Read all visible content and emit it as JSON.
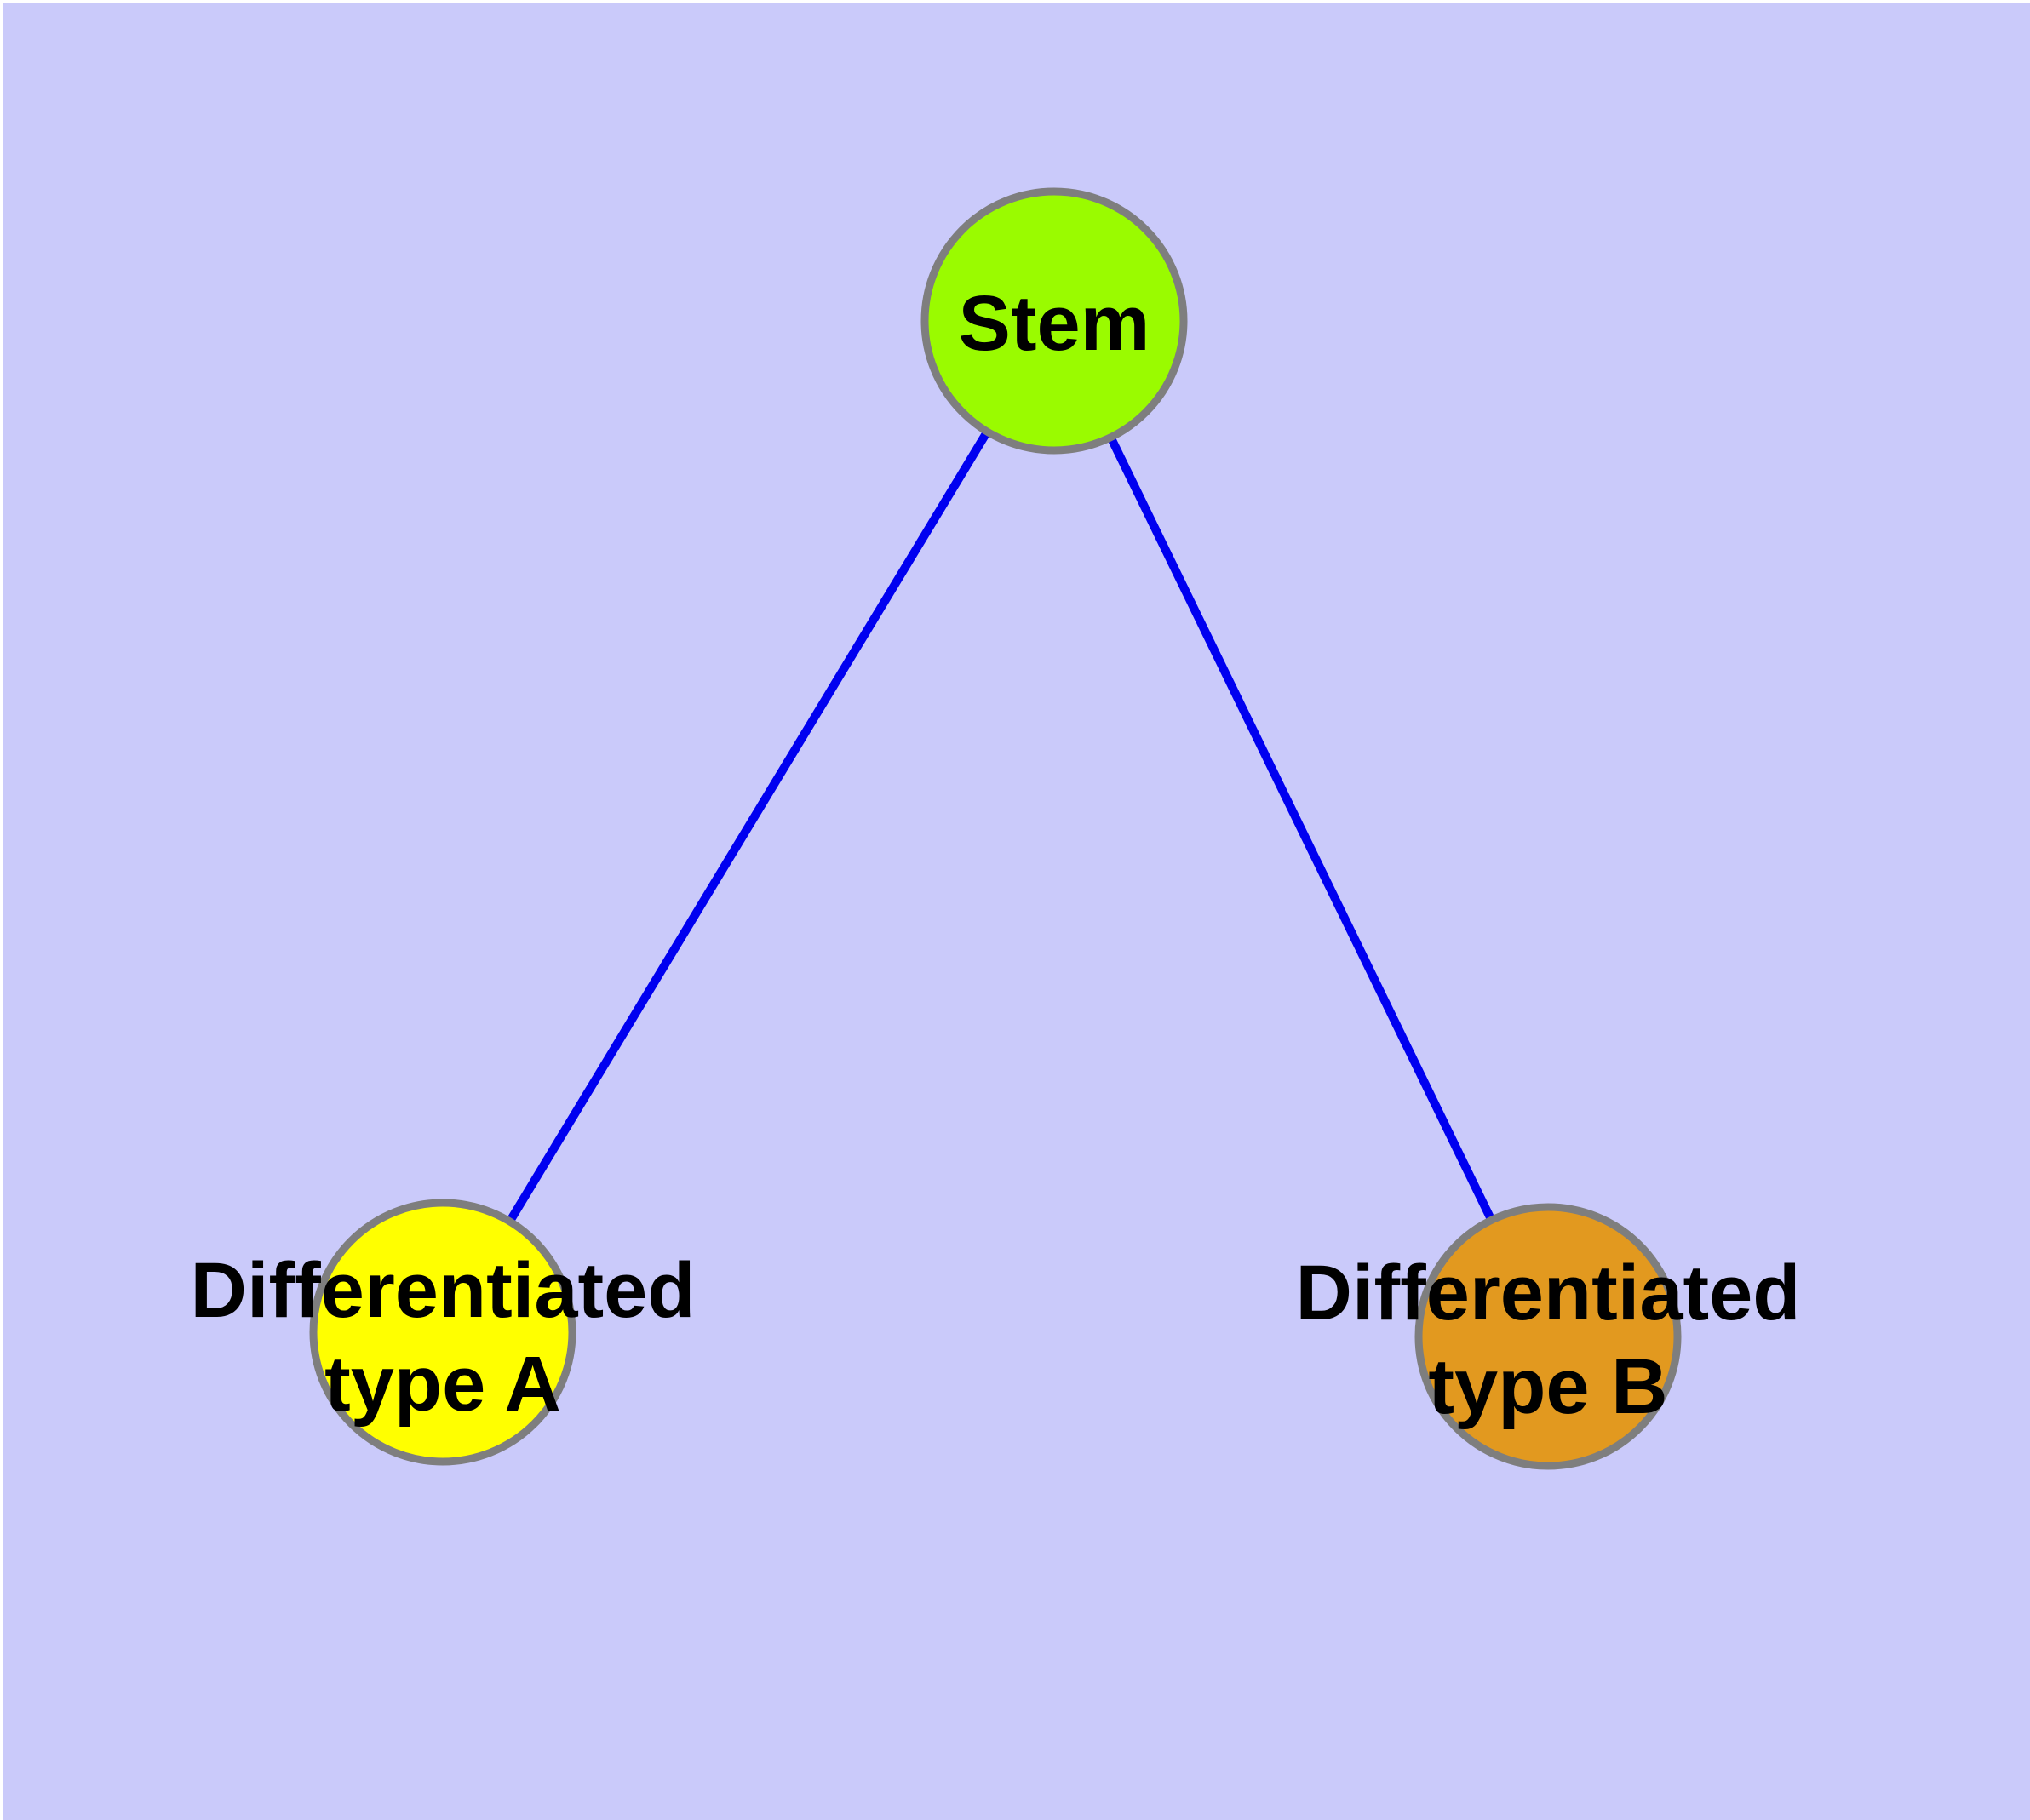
{
  "canvas": {
    "background_color": "#CACAFA",
    "frame_highlight_color": "#FFFFFF"
  },
  "graph": {
    "node_border_color": "#7E7E7E",
    "edge_color": "#0000F0",
    "text_color": "#000000",
    "nodes": {
      "stem": {
        "label": "Stem",
        "fill_color": "#9AFB00"
      },
      "type_a": {
        "label_line1": "Differentiated",
        "label_line2": "type A",
        "fill_color": "#FFFF00"
      },
      "type_b": {
        "label_line1": "Differentiated",
        "label_line2": "type B",
        "fill_color": "#E2991F"
      }
    },
    "edges": [
      {
        "from": "Stem",
        "to": "Differentiated type A"
      },
      {
        "from": "Stem",
        "to": "Differentiated type B"
      }
    ]
  }
}
